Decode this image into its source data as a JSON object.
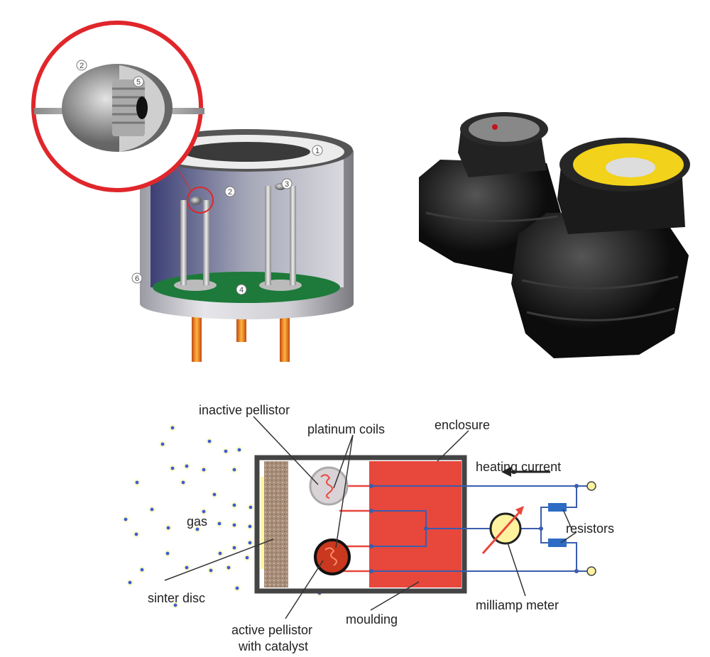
{
  "sensor_cutaway": {
    "callouts": [
      "2",
      "5",
      "1",
      "3",
      "2",
      "4",
      "6"
    ]
  },
  "pellistor_diagram": {
    "labels": {
      "inactive_pellistor": "inactive pellistor",
      "platinum_coils": "platinum coils",
      "enclosure": "enclosure",
      "heating_current": "heating current",
      "gas": "gas",
      "resistors": "resistors",
      "sinter_disc": "sinter disc",
      "milliamp_meter": "milliamp meter",
      "moulding": "moulding",
      "active_pellistor_line1": "active pellistor",
      "active_pellistor_line2": "with catalyst"
    }
  },
  "colors": {
    "moulding": "#e8473c",
    "wire": "#3a5dae",
    "highlight_circle": "#e0262b",
    "pcb": "#1d7a3a",
    "pins": "#e8891a"
  }
}
